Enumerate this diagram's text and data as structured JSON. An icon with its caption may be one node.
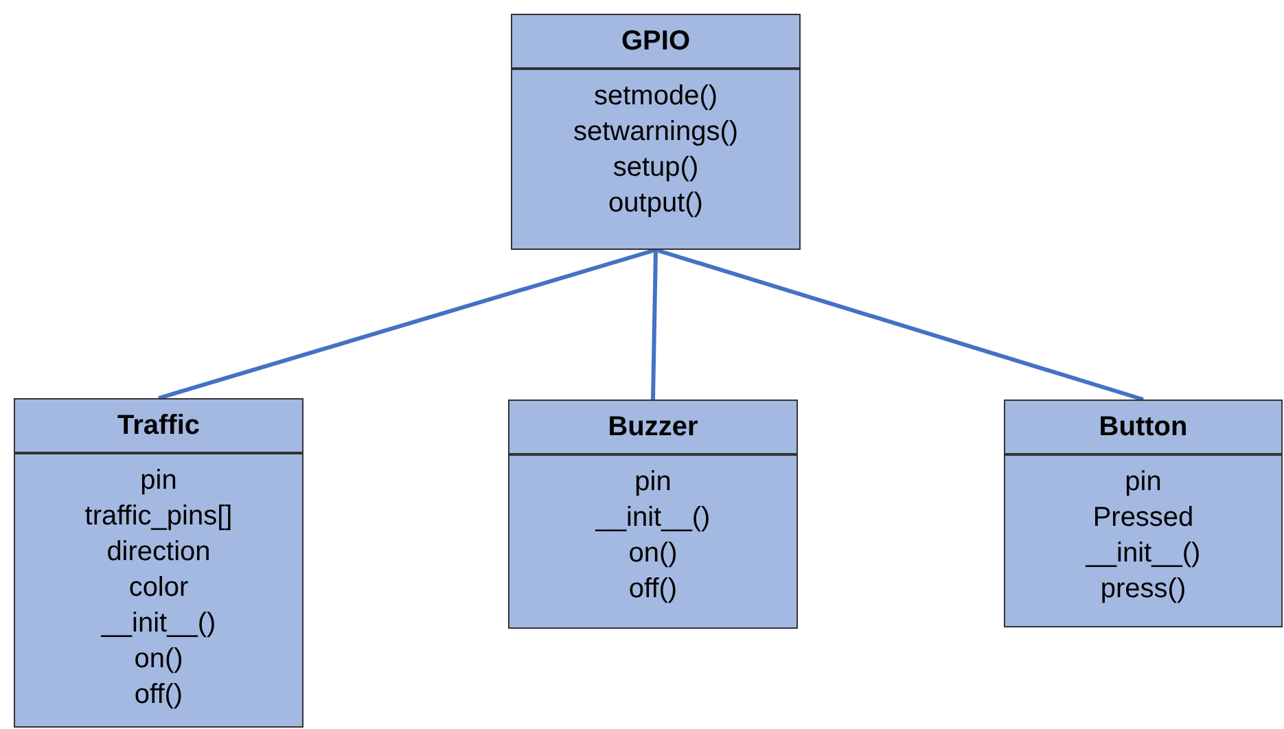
{
  "diagram": {
    "nodes": [
      {
        "text": [
          "GPIO",
          "setmode()",
          "setwarnings()",
          "setup()",
          "output()"
        ]
      },
      {
        "text": [
          "Traffic",
          "pin",
          "traffic_pins[]",
          "direction",
          "color",
          "__init__()",
          "on()",
          "off()"
        ]
      },
      {
        "text": [
          "Buzzer",
          "pin",
          "__init__()",
          "on()",
          "off()"
        ]
      },
      {
        "text": [
          "Button",
          "pin",
          "Pressed",
          "__init__()",
          "press()"
        ]
      }
    ],
    "edges": [
      {
        "from": 0,
        "to": 1,
        "arrow": "none"
      },
      {
        "from": 0,
        "to": 2,
        "arrow": "none"
      },
      {
        "from": 0,
        "to": 3,
        "arrow": "none"
      }
    ]
  }
}
